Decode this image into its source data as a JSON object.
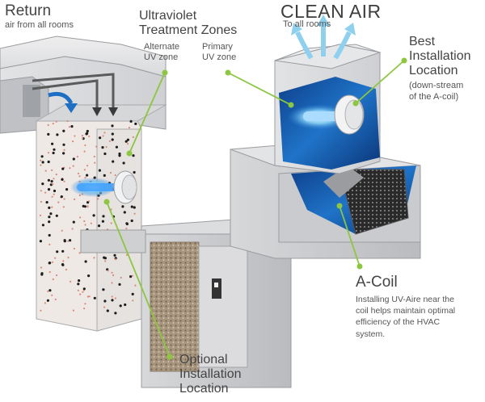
{
  "labels": {
    "return_title": "Return",
    "return_sub": "air from all rooms",
    "uv_zones_title_1": "Ultraviolet",
    "uv_zones_title_2": "Treatment Zones",
    "alternate_zone_1": "Alternate",
    "alternate_zone_2": "UV zone",
    "primary_zone_1": "Primary",
    "primary_zone_2": "UV zone",
    "clean_air_title": "CLEAN AIR",
    "clean_air_sub": "To all rooms",
    "best_install_1": "Best",
    "best_install_2": "Installation",
    "best_install_3": "Location",
    "best_install_sub_1": "(down-stream",
    "best_install_sub_2": "of the A-coil)",
    "acoil_title": "A-Coil",
    "acoil_desc": "Installing UV-Aire near the coil helps maintain optimal efficiency of the HVAC system.",
    "optional_1": "Optional",
    "optional_2": "Installation",
    "optional_3": "Location"
  },
  "colors": {
    "leader_green": "#8dc63f",
    "duct_gray": "#c9cacc",
    "uv_blue": "#1f73c8",
    "airflow_arrow": "#8ed0ee"
  }
}
